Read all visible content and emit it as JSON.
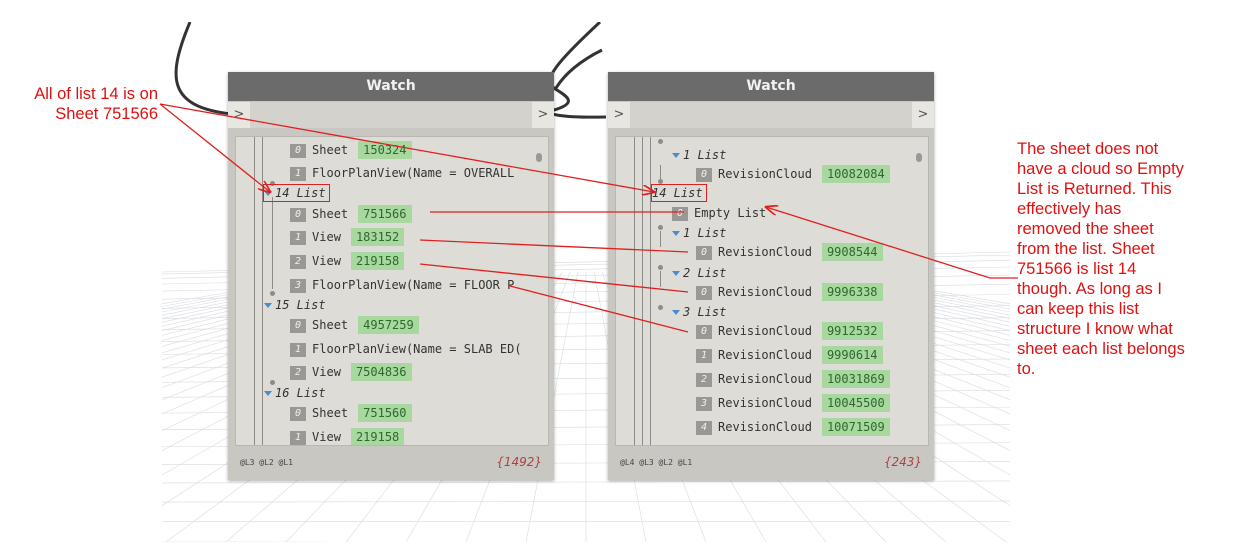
{
  "annotations": {
    "left": [
      "All of list 14 is on",
      "Sheet 751566"
    ],
    "right": [
      "The sheet does not",
      "have a cloud so Empty",
      "List is Returned. This",
      "effectively has",
      "removed the sheet",
      "from the list. Sheet",
      "751566 is list 14",
      "though. As long as I",
      "can keep this list",
      "structure I know what",
      "sheet each list belongs",
      "to."
    ]
  },
  "colors": {
    "annotation": "#e01010",
    "value_bg": "#a8d8a0",
    "header_bg": "#6b6b6b",
    "arrow": "#e02020"
  },
  "left_node": {
    "title": "Watch",
    "in_port": ">",
    "out_port": ">",
    "rows": [
      {
        "idx": "0",
        "label": "Sheet",
        "value": "150324"
      },
      {
        "idx": "1",
        "label": "FloorPlanView(Name = OVERALL"
      },
      {
        "list": "14 List"
      },
      {
        "idx": "0",
        "label": "Sheet",
        "value": "751566"
      },
      {
        "idx": "1",
        "label": "View",
        "value": "183152"
      },
      {
        "idx": "2",
        "label": "View",
        "value": "219158"
      },
      {
        "idx": "3",
        "label": "FloorPlanView(Name = FLOOR P"
      },
      {
        "list": "15 List"
      },
      {
        "idx": "0",
        "label": "Sheet",
        "value": "4957259"
      },
      {
        "idx": "1",
        "label": "FloorPlanView(Name = SLAB ED("
      },
      {
        "idx": "2",
        "label": "View",
        "value": "7504836"
      },
      {
        "list": "16 List"
      },
      {
        "idx": "0",
        "label": "Sheet",
        "value": "751560"
      },
      {
        "idx": "1",
        "label": "View",
        "value": "219158"
      }
    ],
    "levels": "@L3 @L2 @L1",
    "count": "{1492}"
  },
  "right_node": {
    "title": "Watch",
    "in_port": ">",
    "out_port": ">",
    "rows": [
      {
        "list": "1 List"
      },
      {
        "idx": "0",
        "label": "RevisionCloud",
        "value": "10082084"
      },
      {
        "list": "14 List"
      },
      {
        "idx": "0",
        "label": "Empty List"
      },
      {
        "list": "1 List"
      },
      {
        "idx": "0",
        "label": "RevisionCloud",
        "value": "9908544"
      },
      {
        "list": "2 List"
      },
      {
        "idx": "0",
        "label": "RevisionCloud",
        "value": "9996338"
      },
      {
        "list": "3 List"
      },
      {
        "idx": "0",
        "label": "RevisionCloud",
        "value": "9912532"
      },
      {
        "idx": "1",
        "label": "RevisionCloud",
        "value": "9990614"
      },
      {
        "idx": "2",
        "label": "RevisionCloud",
        "value": "10031869"
      },
      {
        "idx": "3",
        "label": "RevisionCloud",
        "value": "10045500"
      },
      {
        "idx": "4",
        "label": "RevisionCloud",
        "value": "10071509"
      }
    ],
    "levels": "@L4 @L3 @L2 @L1",
    "count": "{243}"
  }
}
